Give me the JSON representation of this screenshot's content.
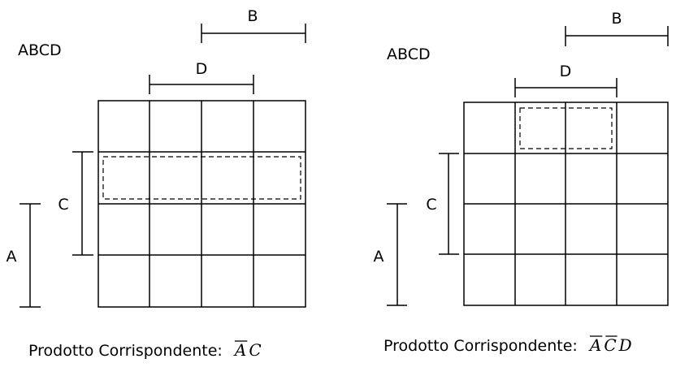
{
  "maps": [
    {
      "corner_label": "ABCD",
      "labels": {
        "a": "A",
        "b": "B",
        "c": "C",
        "d": "D"
      },
      "caption_prefix": "Prodotto Corrispondente:",
      "product": [
        {
          "symbol": "A",
          "negated": true
        },
        {
          "symbol": "C",
          "negated": false
        }
      ]
    },
    {
      "corner_label": "ABCD",
      "labels": {
        "a": "A",
        "b": "B",
        "c": "C",
        "d": "D"
      },
      "caption_prefix": "Prodotto Corrispondente:",
      "product": [
        {
          "symbol": "A",
          "negated": true
        },
        {
          "symbol": "C",
          "negated": true
        },
        {
          "symbol": "D",
          "negated": false
        }
      ]
    }
  ]
}
